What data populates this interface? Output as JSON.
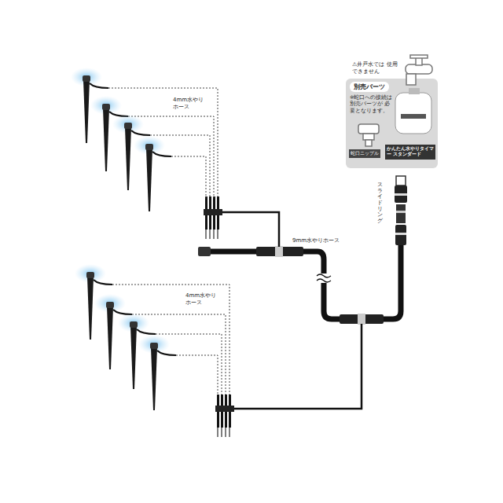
{
  "diagram": {
    "nodes": [
      {
        "text": [
          "別売パーツ",
          "※蛇口への接続は 別売パーツが 必要となります。"
        ]
      },
      {
        "text": [
          "蛇口ニップル"
        ],
        "in": 0
      },
      {
        "text": [
          "かんたん水やりタイマー スタンダード"
        ],
        "in": 0
      }
    ],
    "labels": [
      "⚠井戸水では 使用できません",
      "4mm水やり ホース",
      "9mm水やりホース",
      "スライドリング",
      "4mm水やり ホース"
    ]
  }
}
